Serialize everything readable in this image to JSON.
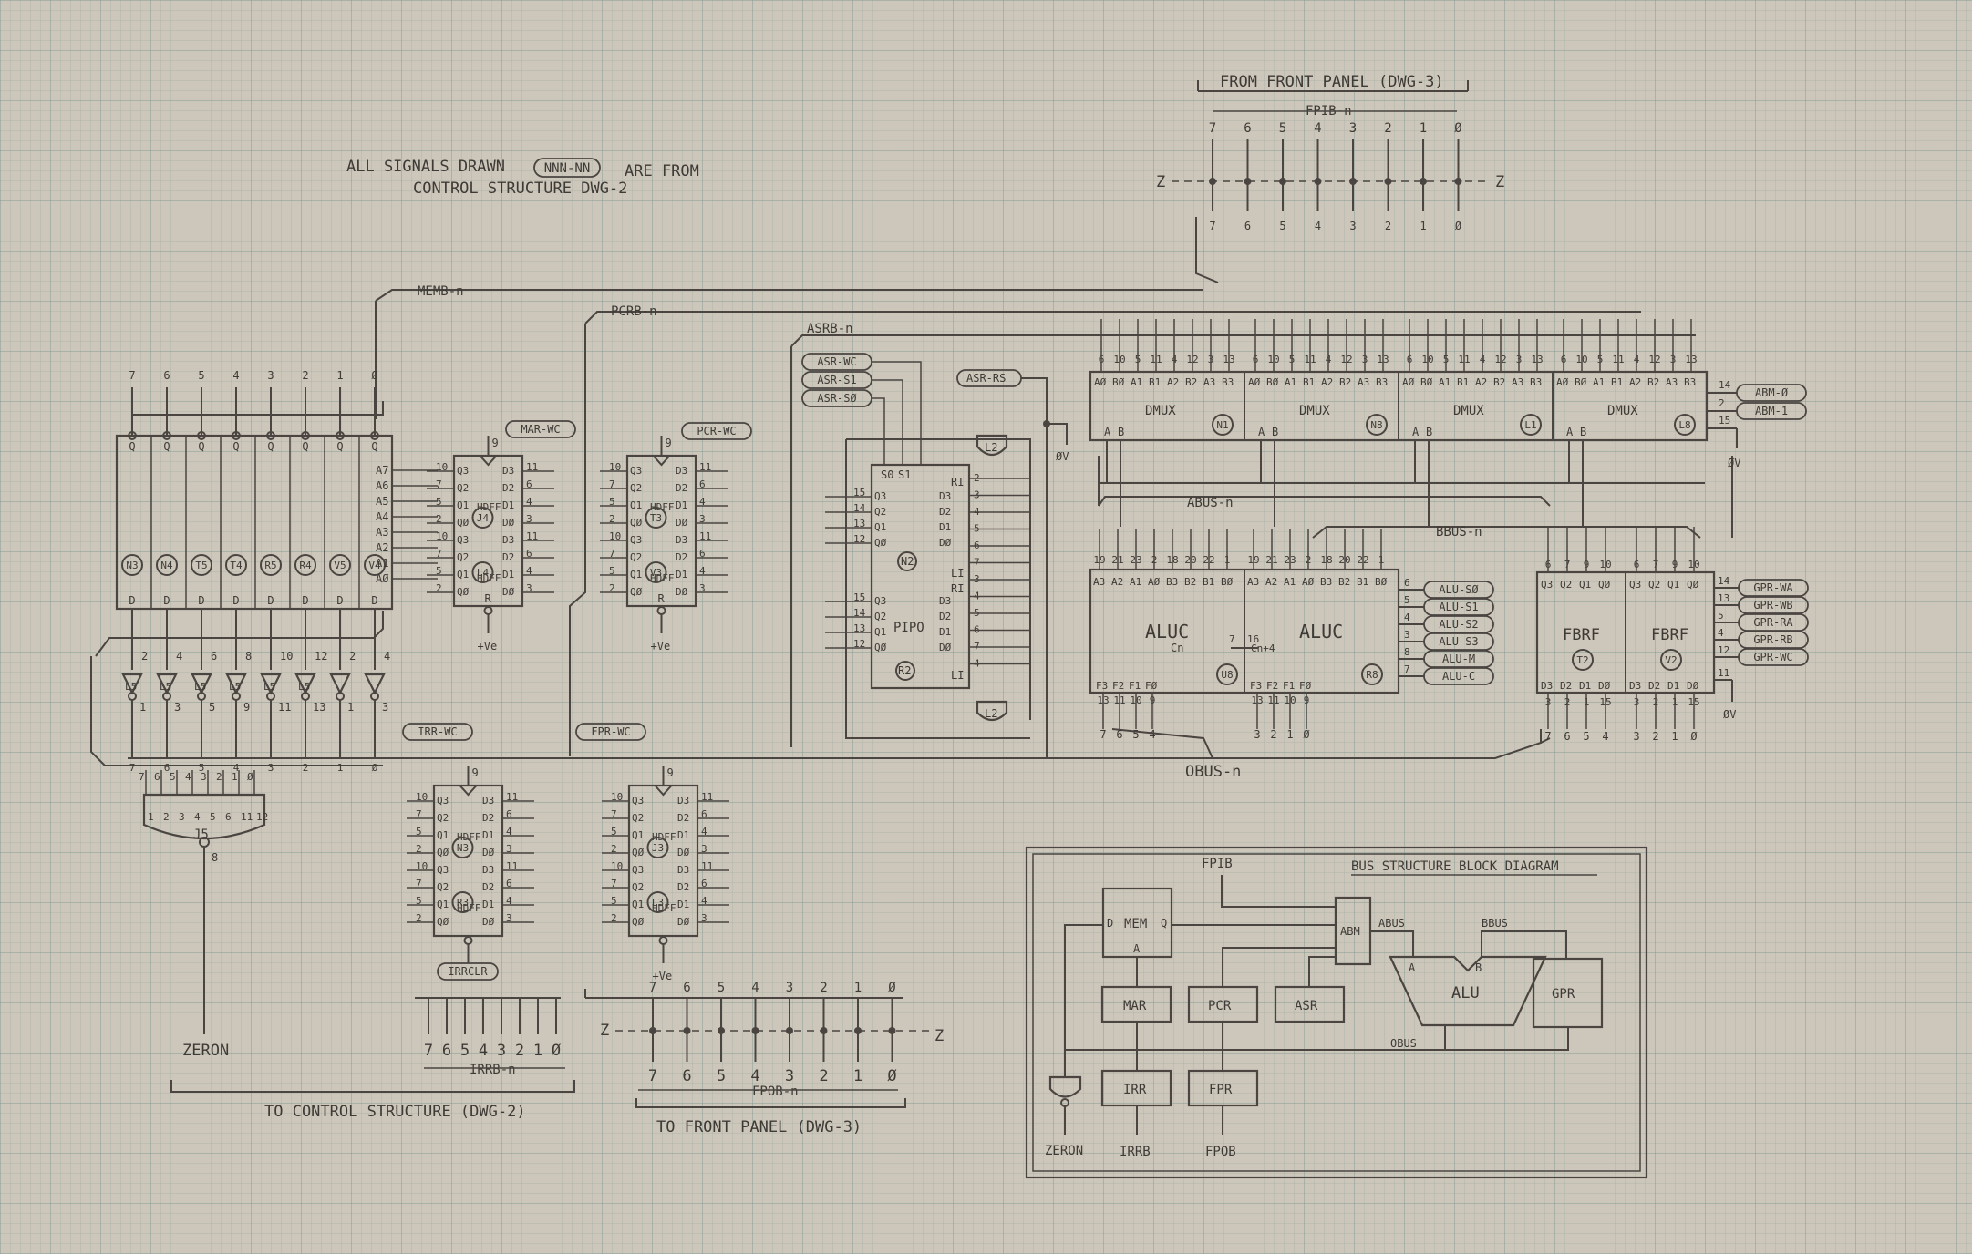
{
  "note": {
    "line1": "ALL SIGNALS DRAWN",
    "pill": "NNN-NN",
    "line1b": "ARE FROM",
    "line2": "CONTROL STRUCTURE  DWG-2"
  },
  "front_panel_in": {
    "title": "FROM FRONT PANEL (DWG-3)",
    "bus": "FPIB-n",
    "bits": [
      "7",
      "6",
      "5",
      "4",
      "3",
      "2",
      "1",
      "Ø"
    ],
    "z": "Z"
  },
  "front_panel_out": {
    "title": "TO FRONT PANEL (DWG-3)",
    "bus": "FPOB-n",
    "bits": [
      "7",
      "6",
      "5",
      "4",
      "3",
      "2",
      "1",
      "Ø"
    ],
    "z": "Z"
  },
  "control_out": {
    "title": "TO CONTROL STRUCTURE (DWG-2)",
    "bus": "IRRB-n",
    "bits": [
      "7",
      "6",
      "5",
      "4",
      "3",
      "2",
      "1",
      "Ø"
    ]
  },
  "buses": {
    "memb": "MEMB-n",
    "pcrb": "PCRB-n",
    "asrb": "ASRB-n",
    "abus": "ABUS-n",
    "bbus": "BBUS-n",
    "obus": "OBUS-n"
  },
  "mem": {
    "bits": [
      "7",
      "6",
      "5",
      "4",
      "3",
      "2",
      "1",
      "Ø"
    ],
    "q": "Q",
    "d": "D",
    "ids": [
      "N3",
      "N4",
      "T5",
      "T4",
      "R5",
      "R4",
      "V5",
      "V4"
    ],
    "addr": [
      "A7",
      "A6",
      "A5",
      "A4",
      "A3",
      "A2",
      "A1",
      "AØ"
    ]
  },
  "gates": {
    "ids": [
      "L5",
      "L5",
      "L5",
      "L5",
      "L5",
      "L5"
    ],
    "pins": [
      "2",
      "4",
      "6",
      "8",
      "10",
      "12",
      "2",
      "4"
    ],
    "in_pins": [
      "1",
      "3",
      "5",
      "9",
      "11",
      "13",
      "1",
      "3"
    ]
  },
  "j5": {
    "id": "J5",
    "pins": [
      "1",
      "2",
      "3",
      "4",
      "5",
      "6",
      "11",
      "12"
    ],
    "out": "8",
    "label": "ZERON"
  },
  "regs": {
    "mar": {
      "wc": "MAR-WC",
      "chip": "HDFF",
      "ids": [
        "J4",
        "L4"
      ],
      "r": "R",
      "ve": "+Ve",
      "clk": "9"
    },
    "pcr": {
      "wc": "PCR-WC",
      "chip": "HDFF",
      "ids": [
        "T3",
        "V3"
      ],
      "r": "R",
      "ve": "+Ve",
      "clk": "9"
    },
    "irr": {
      "wc": "IRR-WC",
      "chip": "HDFF",
      "ids": [
        "N3",
        "R3"
      ],
      "clr": "IRRCLR",
      "clk": "9"
    },
    "fpr": {
      "wc": "FPR-WC",
      "chip": "HDFF",
      "ids": [
        "J3",
        "L3"
      ],
      "ve": "+Ve",
      "clk": "9"
    },
    "q_labels": [
      "Q3",
      "Q2",
      "Q1",
      "QØ",
      "Q3",
      "Q2",
      "Q1",
      "QØ"
    ],
    "d_labels": [
      "D3",
      "D2",
      "D1",
      "DØ",
      "D3",
      "D2",
      "D1",
      "DØ"
    ],
    "in_pins": [
      "10",
      "7",
      "5",
      "2",
      "10",
      "7",
      "5",
      "2"
    ],
    "out_pins": [
      "11",
      "6",
      "4",
      "3",
      "11",
      "6",
      "4",
      "3"
    ]
  },
  "pipo": {
    "chip": "PIPO",
    "id1": "N2",
    "id2": "R2",
    "ctl": [
      "ASR-WC",
      "ASR-S1",
      "ASR-SØ"
    ],
    "rs": "ASR-RS",
    "top": [
      "S0",
      "S1"
    ],
    "ri": "RI",
    "li": "LI",
    "q": [
      "Q3",
      "Q2",
      "Q1",
      "QØ"
    ],
    "d": [
      "D3",
      "D2",
      "D1",
      "DØ"
    ],
    "gate1": "L2",
    "gate2": "L2",
    "pins_left": [
      "15",
      "14",
      "13",
      "12",
      "15",
      "14",
      "13",
      "12"
    ],
    "pins_right": [
      "2",
      "3",
      "4",
      "5",
      "6",
      "7",
      "3",
      "4",
      "5",
      "6",
      "7",
      "4"
    ],
    "zero": "ØV"
  },
  "dmux": {
    "chip": "DMUX",
    "ids": [
      "N1",
      "N8",
      "L1",
      "L8"
    ],
    "pins": [
      "AØ",
      "BØ",
      "A1",
      "B1",
      "A2",
      "B2",
      "A3",
      "B3"
    ],
    "pin_numbers": [
      "6",
      "10",
      "5",
      "11",
      "4",
      "12",
      "3",
      "13"
    ],
    "ab": [
      "A",
      "B"
    ],
    "ctl": [
      "ABM-Ø",
      "ABM-1"
    ],
    "ctl_pins": [
      "14",
      "2",
      "15"
    ],
    "zero": "ØV"
  },
  "aluc": {
    "chip": "ALUC",
    "ids": [
      "U8",
      "R8"
    ],
    "top": [
      "A3",
      "A2",
      "A1",
      "AØ",
      "B3",
      "B2",
      "B1",
      "BØ"
    ],
    "top_pins": [
      "19",
      "21",
      "23",
      "2",
      "18",
      "20",
      "22",
      "1"
    ],
    "out": [
      "F3",
      "F2",
      "F1",
      "FØ"
    ],
    "out_pins": [
      "13",
      "11",
      "10",
      "9"
    ],
    "cn": "Cn",
    "cn4": "Cn+4",
    "cn_pins": [
      "7",
      "16"
    ],
    "ctl": [
      "ALU-SØ",
      "ALU-S1",
      "ALU-S2",
      "ALU-S3",
      "ALU-M",
      "ALU-C"
    ],
    "ctl_pins": [
      "6",
      "5",
      "4",
      "3",
      "8",
      "7"
    ]
  },
  "fbrf": {
    "chip": "FBRF",
    "ids": [
      "T2",
      "V2"
    ],
    "top": [
      "Q3",
      "Q2",
      "Q1",
      "QØ"
    ],
    "top_pins": [
      "6",
      "7",
      "9",
      "10"
    ],
    "bot": [
      "D3",
      "D2",
      "D1",
      "DØ"
    ],
    "bot_pins": [
      "3",
      "2",
      "1",
      "15"
    ],
    "ctl": [
      "GPR-WA",
      "GPR-WB",
      "GPR-RA",
      "GPR-RB",
      "GPR-WC"
    ],
    "ctl_pins": [
      "14",
      "13",
      "5",
      "4",
      "12",
      "11"
    ],
    "zero": "ØV"
  },
  "block": {
    "title": "BUS STRUCTURE BLOCK DIAGRAM",
    "fpib": "FPIB",
    "mem": "MEM",
    "d": "D",
    "q": "Q",
    "a": "A",
    "abm": "ABM",
    "abus": "ABUS",
    "bbus": "BBUS",
    "alu": "ALU",
    "gpr": "GPR",
    "mar": "MAR",
    "pcr": "PCR",
    "asr": "ASR",
    "irr": "IRR",
    "fpr": "FPR",
    "obus": "OBUS",
    "zeron": "ZERON",
    "irrb": "IRRB",
    "fpob": "FPOB"
  }
}
